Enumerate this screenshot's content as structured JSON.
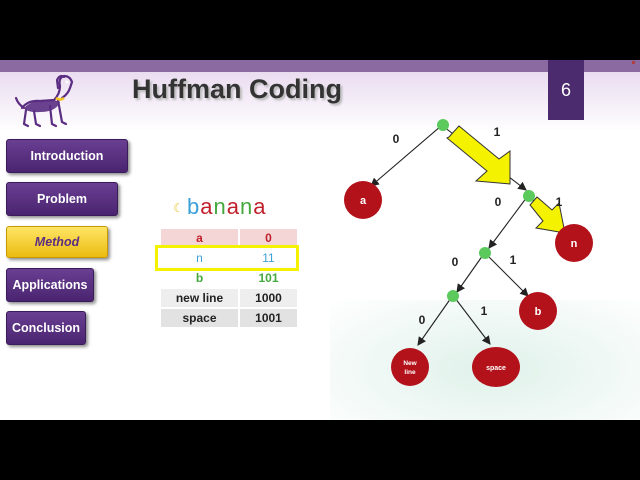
{
  "slide": {
    "title": "Huffman Coding",
    "page_number": "6"
  },
  "nav": [
    {
      "label": "Introduction",
      "active": false
    },
    {
      "label": "Problem",
      "active": false
    },
    {
      "label": "Method",
      "active": true
    },
    {
      "label": "Applications",
      "active": false
    },
    {
      "label": "Conclusion",
      "active": false
    }
  ],
  "word": {
    "icon": "banana-icon",
    "letters": [
      "b",
      "a",
      "n",
      "a",
      "n",
      "a"
    ],
    "letter_colors": [
      "#3aa0d8",
      "#c0202a",
      "#44a83e",
      "#c0202a",
      "#44a83e",
      "#c0202a"
    ]
  },
  "code_table": [
    {
      "symbol": "a",
      "code": "0"
    },
    {
      "symbol": "n",
      "code": "11"
    },
    {
      "symbol": "b",
      "code": "101"
    },
    {
      "symbol": "new line",
      "code": "1000"
    },
    {
      "symbol": "space",
      "code": "1001"
    }
  ],
  "highlighted_row": 1,
  "tree": {
    "edge_labels": [
      "0",
      "1",
      "0",
      "1",
      "0",
      "1",
      "0",
      "1"
    ],
    "leaves": {
      "a": "a",
      "n": "n",
      "b": "b",
      "newline_line1": "New",
      "newline_line2": "line",
      "space": "space"
    }
  },
  "colors": {
    "accent_purple": "#5a2d82",
    "active_gold": "#f5c518",
    "leaf_red": "#b3121b",
    "internal_node_green": "#5cc95c",
    "arrow_yellow": "#f5f200",
    "highlight_yellow": "#f5f200"
  }
}
